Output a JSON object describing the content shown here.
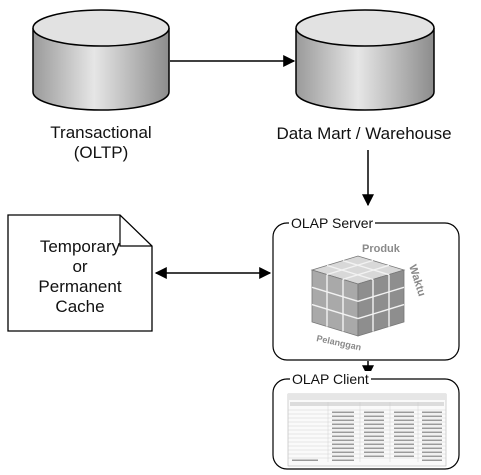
{
  "nodes": {
    "oltp": {
      "line1": "Transactional",
      "line2": "(OLTP)"
    },
    "warehouse": {
      "label": "Data Mart / Warehouse"
    },
    "olap_server": {
      "title": "OLAP Server",
      "dims": {
        "top": "Produk",
        "side": "Waktu",
        "bottom": "Pelanggan"
      }
    },
    "cache": {
      "line1": "Temporary",
      "line2": "or",
      "line3": "Permanent",
      "line4": "Cache"
    },
    "olap_client": {
      "title": "OLAP Client"
    }
  },
  "icons": {
    "database": "database-cylinder-icon",
    "cube": "olap-cube-icon",
    "document": "document-page-icon",
    "report": "report-table-icon"
  }
}
